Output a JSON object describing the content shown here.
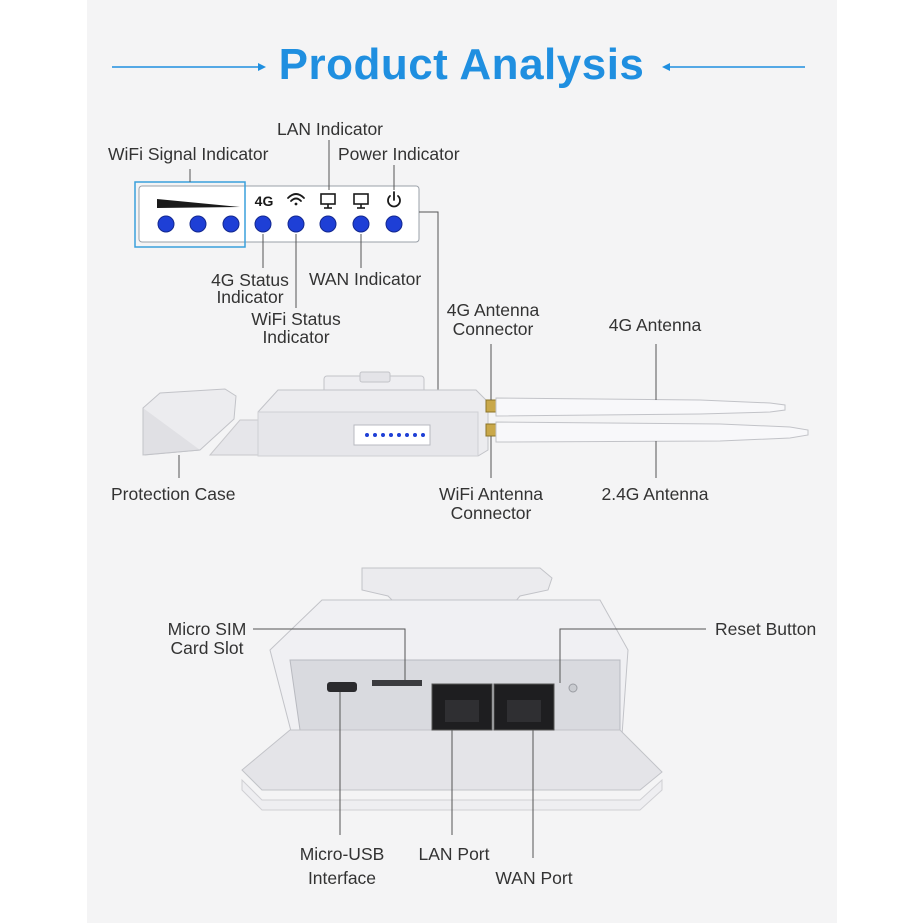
{
  "title": "Product Analysis",
  "colors": {
    "accent": "#1f8fe0",
    "led": "#1e3fd6",
    "background": "#f4f4f5",
    "device": "#e9e9ec"
  },
  "indicator_panel": {
    "row_icons": [
      "signal-bars",
      "4G",
      "wifi-icon",
      "lan-monitor-icon",
      "wan-monitor-icon",
      "power-icon"
    ],
    "badge_4g": "4G",
    "led_count": 8
  },
  "labels": {
    "wifi_signal_indicator": "WiFi Signal Indicator",
    "lan_indicator": "LAN Indicator",
    "power_indicator": "Power Indicator",
    "status_4g_line1": "4G Status",
    "status_4g_line2": "Indicator",
    "wan_indicator": "WAN Indicator",
    "wifi_status_line1": "WiFi Status",
    "wifi_status_line2": "Indicator",
    "antenna_connector_4g_line1": "4G Antenna",
    "antenna_connector_4g_line2": "Connector",
    "antenna_4g": "4G Antenna",
    "protection_case": "Protection Case",
    "wifi_antenna_connector_line1": "WiFi Antenna",
    "wifi_antenna_connector_line2": "Connector",
    "antenna_24g": "2.4G Antenna",
    "micro_sim_line1": "Micro SIM",
    "micro_sim_line2": "Card Slot",
    "reset_button": "Reset Button",
    "micro_usb_line1": "Micro-USB",
    "micro_usb_line2": "Interface",
    "lan_port": "LAN Port",
    "wan_port": "WAN Port"
  }
}
